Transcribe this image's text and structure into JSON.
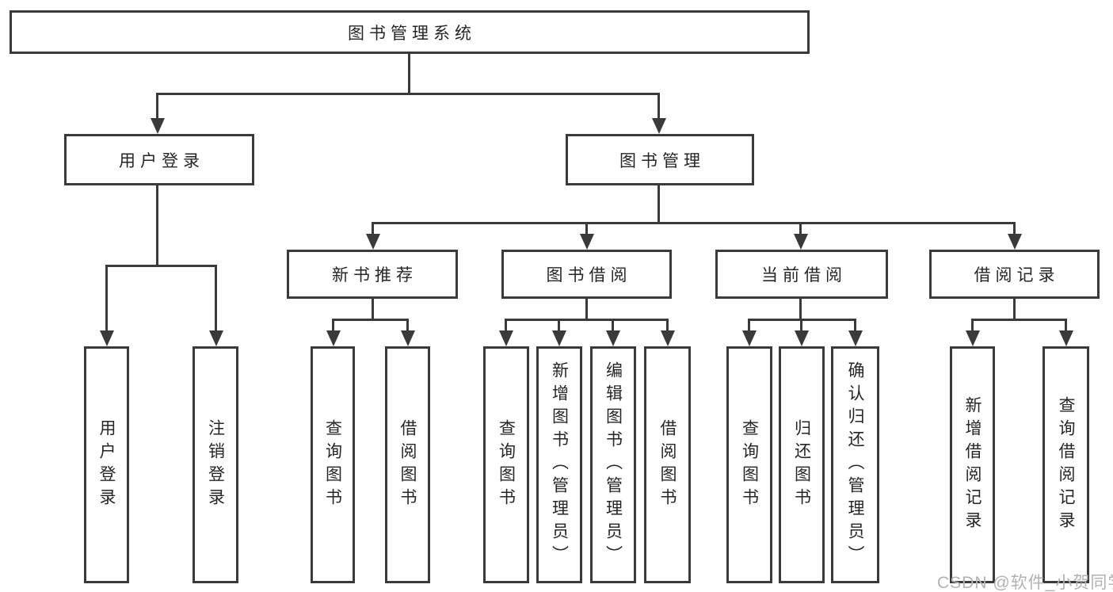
{
  "diagram": {
    "title": "图书管理系统",
    "watermark": "CSDN @软件_小贺同学",
    "colors": {
      "line": "#3a3a3a",
      "text": "#262626",
      "watermark": "#b2b2b2",
      "background": "#ffffff"
    },
    "nodes": {
      "root": {
        "label": "图书管理系统"
      },
      "userLogin": {
        "label": "用户登录"
      },
      "bookMgmt": {
        "label": "图书管理"
      },
      "newBookRec": {
        "label": "新书推荐"
      },
      "bookBorrow": {
        "label": "图书借阅"
      },
      "currentBorrow": {
        "label": "当前借阅"
      },
      "borrowRecords": {
        "label": "借阅记录"
      },
      "ulLogin": {
        "label": "用户登录"
      },
      "ulLogout": {
        "label": "注销登录"
      },
      "nbQuery": {
        "label": "查询图书"
      },
      "nbBorrow": {
        "label": "借阅图书"
      },
      "bbQuery": {
        "label": "查询图书"
      },
      "bbAdd": {
        "label": "新增图书（管理员）"
      },
      "bbEdit": {
        "label": "编辑图书（管理员）"
      },
      "bbBorrow": {
        "label": "借阅图书"
      },
      "cbQuery": {
        "label": "查询图书"
      },
      "cbReturn": {
        "label": "归还图书"
      },
      "cbConfirm": {
        "label": "确认归还（管理员）"
      },
      "brAdd": {
        "label": "新增借阅记录"
      },
      "brQuery": {
        "label": "查询借阅记录"
      }
    }
  }
}
